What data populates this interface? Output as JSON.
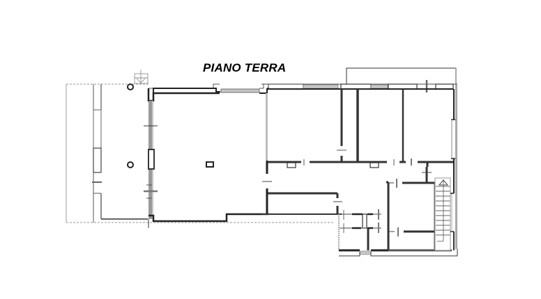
{
  "plan": {
    "title": "PIANO TERRA",
    "colors": {
      "wall": "#2b2b2b",
      "wall_light": "#9a9a9a",
      "window": "#b5b5b5",
      "dash": "#9a9a9a",
      "background": "#ffffff"
    },
    "elements": {
      "portico": "covered portico with two columns",
      "main_hall": "large open room",
      "rooms_north": [
        "room-1",
        "room-2",
        "room-3"
      ],
      "corridor": "central corridor",
      "storage": "storage room",
      "bathrooms": [
        "bath-1",
        "bath-2"
      ],
      "room_south_east": "room",
      "stairs": "staircase",
      "north_annex": "annex",
      "entrance_marker": "entrance arrow"
    }
  }
}
